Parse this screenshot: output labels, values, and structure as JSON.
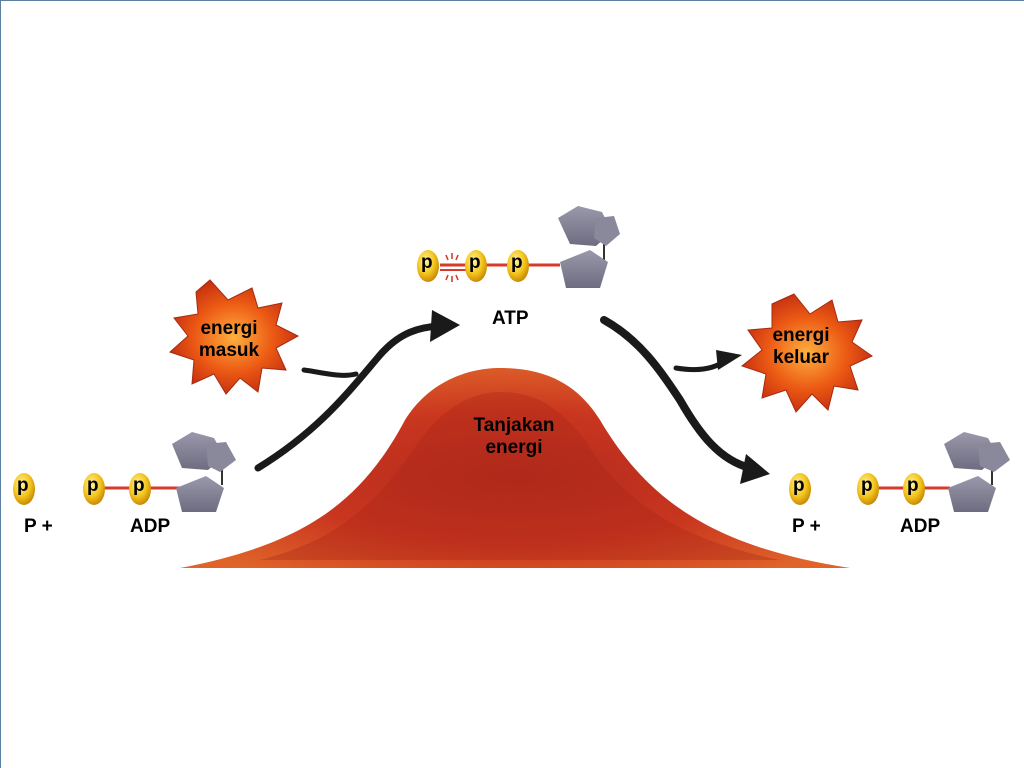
{
  "labels": {
    "p": "p",
    "p_plus": "P +",
    "adp": "ADP",
    "atp": "ATP",
    "energy_in_1": "energi",
    "energy_in_2": "masuk",
    "energy_out_1": "energi",
    "energy_out_2": "keluar",
    "hill_1": "Tanjakan",
    "hill_2": "energi"
  },
  "colors": {
    "phosphate_fill": "#f2c21a",
    "bond": "#d83a2a",
    "sugar_base": "#7d7b8e",
    "hill": "#c8321c",
    "arrow": "#1a1a1a",
    "burst": "#e84a12"
  },
  "icons": [
    "phosphate-icon",
    "adenosine-icon",
    "energy-burst-icon",
    "curved-arrow-icon"
  ]
}
